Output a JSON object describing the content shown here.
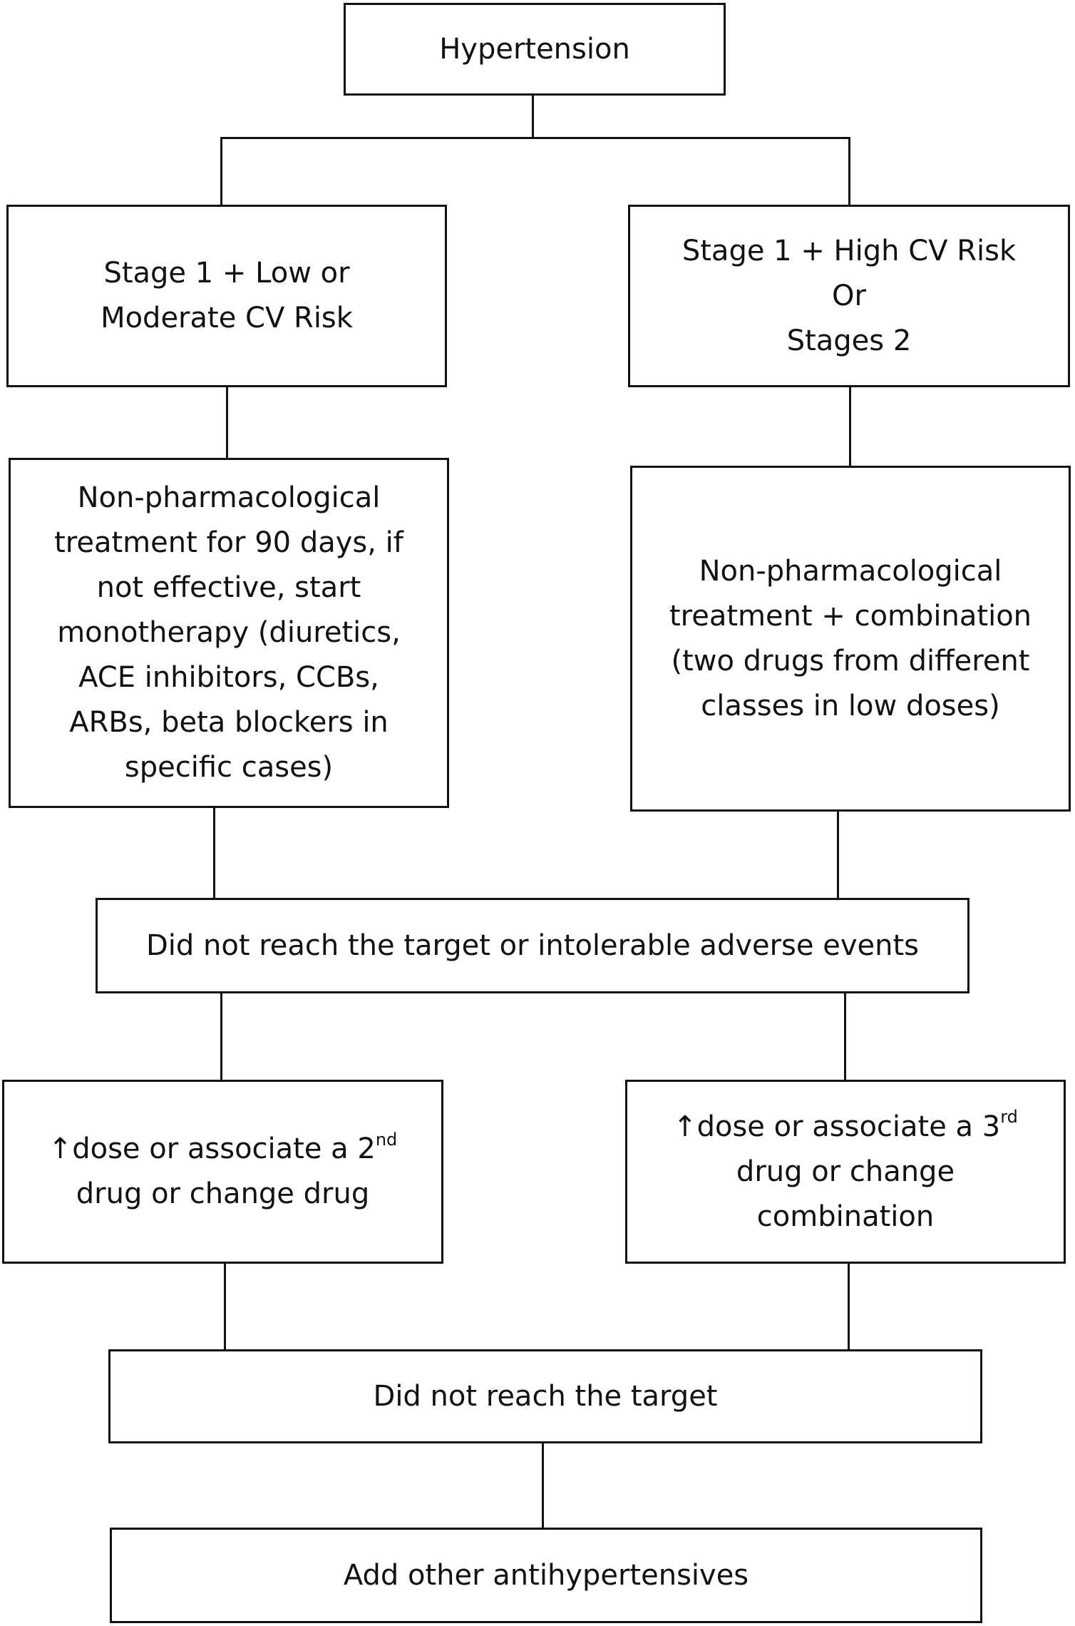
{
  "nodes": {
    "hypertension": "Hypertension",
    "stage1_low": {
      "line1": "Stage 1 + Low or",
      "line2": "Moderate CV Risk"
    },
    "stage1_high": {
      "line1": "Stage 1 + High CV Risk",
      "line2": "Or",
      "line3": "Stages 2"
    },
    "left_treatment": {
      "lines": [
        "Non-pharmacological",
        "treatment for 90 days, if",
        "not effective, start",
        "monotherapy (diuretics,",
        "ACE inhibitors, CCBs,",
        "ARBs, beta blockers in",
        "specific cases)"
      ]
    },
    "right_treatment": {
      "lines": [
        "Non-pharmacological",
        "treatment + combination",
        "(two drugs from different",
        "classes in low doses)"
      ]
    },
    "not_target_adverse": "Did not reach the target or intolerable adverse events",
    "left_adjust": {
      "arrow": "↑",
      "line1_a": "dose or associate a 2",
      "sup": "nd",
      "line2": "drug or change drug"
    },
    "right_adjust": {
      "arrow": "↑",
      "line1_a": "dose or associate a 3",
      "sup": "rd",
      "line2": "drug or change",
      "line3": "combination"
    },
    "not_target": "Did not reach the target",
    "add_other": "Add other antihypertensives"
  }
}
